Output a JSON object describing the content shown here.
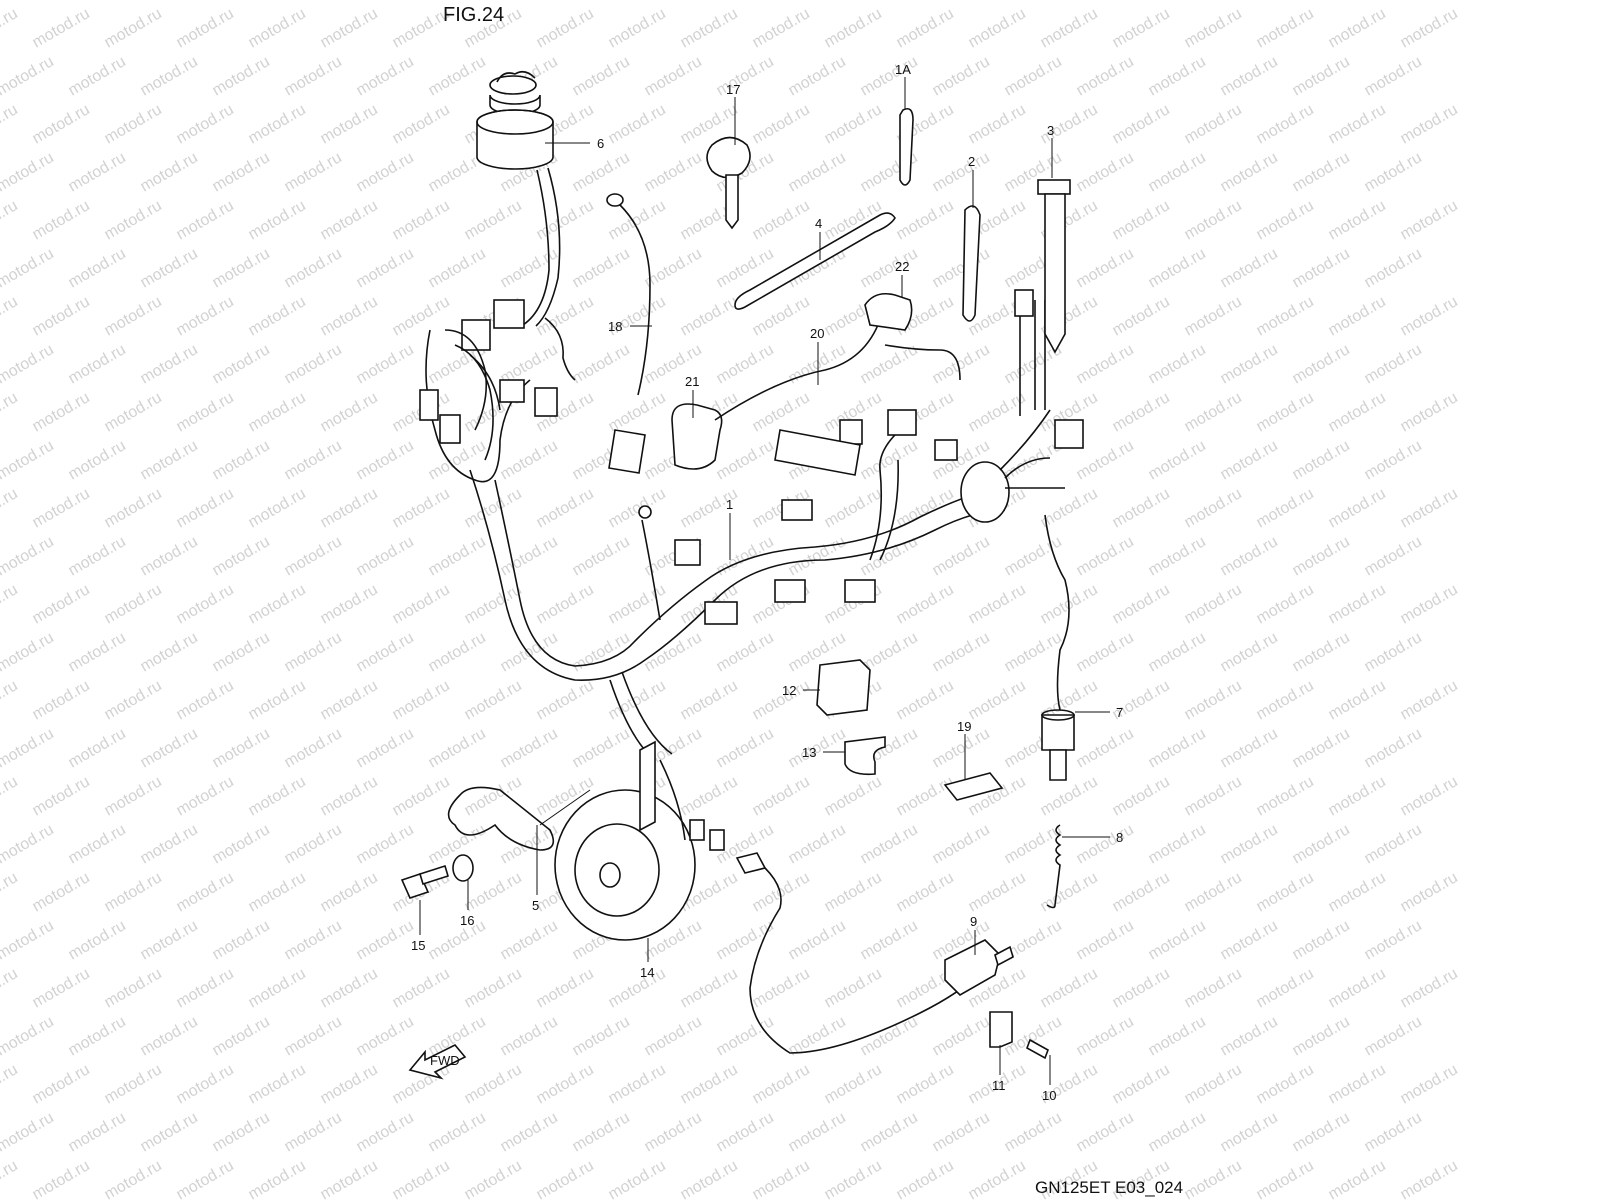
{
  "figure": {
    "title": "FIG.24",
    "code": "GN125ET E03_024",
    "watermark": "motod.ru",
    "fwd_label": "FWD"
  },
  "callouts": [
    {
      "id": "6",
      "label": "6"
    },
    {
      "id": "17",
      "label": "17"
    },
    {
      "id": "1A",
      "label": "1A"
    },
    {
      "id": "3",
      "label": "3"
    },
    {
      "id": "2",
      "label": "2"
    },
    {
      "id": "4",
      "label": "4"
    },
    {
      "id": "22",
      "label": "22"
    },
    {
      "id": "18",
      "label": "18"
    },
    {
      "id": "20",
      "label": "20"
    },
    {
      "id": "21",
      "label": "21"
    },
    {
      "id": "1",
      "label": "1"
    },
    {
      "id": "12",
      "label": "12"
    },
    {
      "id": "13",
      "label": "13"
    },
    {
      "id": "19",
      "label": "19"
    },
    {
      "id": "7",
      "label": "7"
    },
    {
      "id": "8",
      "label": "8"
    },
    {
      "id": "5",
      "label": "5"
    },
    {
      "id": "16",
      "label": "16"
    },
    {
      "id": "15",
      "label": "15"
    },
    {
      "id": "14",
      "label": "14"
    },
    {
      "id": "9",
      "label": "9"
    },
    {
      "id": "11",
      "label": "11"
    },
    {
      "id": "10",
      "label": "10"
    }
  ],
  "colors": {
    "line": "#111111",
    "watermark": "#d2d2d2",
    "background": "#ffffff"
  }
}
